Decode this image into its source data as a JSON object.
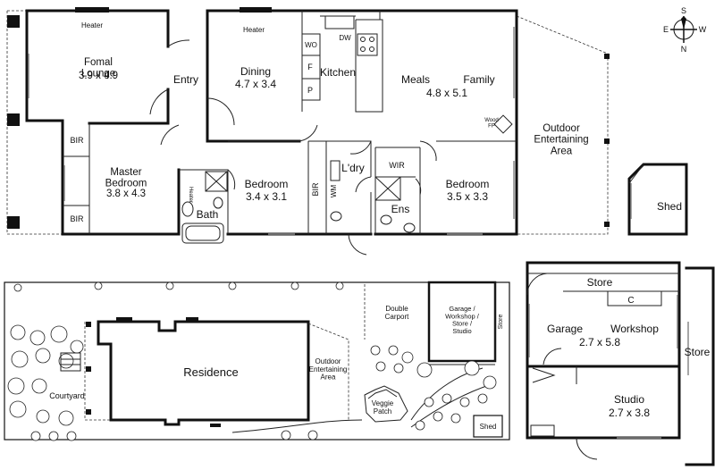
{
  "compass": {
    "s": "S",
    "e": "E",
    "w": "W",
    "n": "N"
  },
  "house": {
    "heater": "Heater",
    "formal_lounge": {
      "name": "Fomal\nLounge",
      "dim": "3.9 x 4.9"
    },
    "entry": "Entry",
    "dining": {
      "name": "Dining",
      "dim": "4.7 x 3.4"
    },
    "wo": "WO",
    "dw": "DW",
    "f": "F",
    "p": "P",
    "kitchen": "Kitchen",
    "meals": "Meals",
    "family": "Family",
    "meals_family_dim": "4.8 x 5.1",
    "wood_fp": "Wood\nFP",
    "outdoor_entertaining": "Outdoor\nEntertaining\nArea",
    "bir": "BIR",
    "master_bedroom": {
      "name": "Master\nBedroom",
      "dim": "3.8 x 4.3"
    },
    "bath": "Bath",
    "bath_heater": "Heater",
    "bedroom2": {
      "name": "Bedroom",
      "dim": "3.4 x 3.1"
    },
    "wm": "WM",
    "laundry": "L'dry",
    "wir": "WIR",
    "ens": "Ens",
    "bedroom3": {
      "name": "Bedroom",
      "dim": "3.5 x 3.3"
    },
    "shed": "Shed"
  },
  "site": {
    "residence": "Residence",
    "courtyard": "Courtyard",
    "outdoor_entertaining": "Outdoor\nEntertaining\nArea",
    "double_carport": "Double\nCarport",
    "garage_block": "Garage /\nWorkshop /\nStore /\nStudio",
    "store": "Store",
    "veggie_patch": "Veggie\nPatch",
    "shed": "Shed"
  },
  "outbuilding": {
    "store_top": "Store",
    "c": "C",
    "garage": "Garage",
    "workshop": "Workshop",
    "garage_dim": "2.7 x 5.8",
    "store_side": "Store",
    "studio": {
      "name": "Studio",
      "dim": "2.7 x 3.8"
    }
  }
}
